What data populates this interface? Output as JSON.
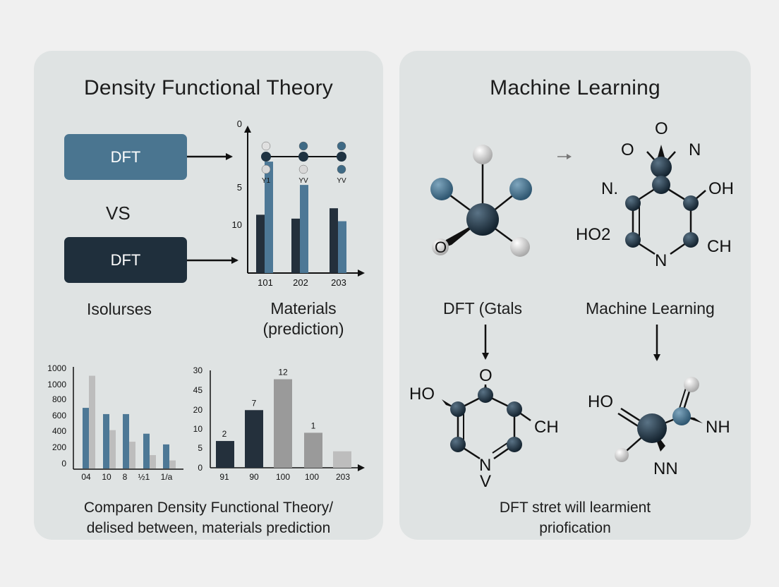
{
  "colors": {
    "background": "#f0f0f0",
    "panel": "#dfe3e3",
    "blue": "#4a7590",
    "navy": "#1f2f3c",
    "dark_bar": "#24303c",
    "blue_bar": "#4d7896",
    "gray_bar_light": "#bdbdbd",
    "gray_bar_mid": "#9a9a9a",
    "atom_dark": "#1f3342",
    "atom_blue": "#3f6a85",
    "atom_white": "#e6e6e6"
  },
  "left": {
    "title": "Density Functional Theory",
    "button_top": "DFT",
    "vs": "VS",
    "button_bottom": "DFT",
    "isolurses": "Isolurses",
    "materials_line1": "Materials",
    "materials_line2": "(prediction)",
    "caption_line1": "Comparen Density Functional Theory/",
    "caption_line2": "delised between, materials prediction"
  },
  "right": {
    "title": "Machine Learning",
    "dft_label": "DFT (Gtals",
    "ml_label": "Machine Learning",
    "caption_line1": "DFT stret will learmient",
    "caption_line2": "priofication",
    "mol_top_right": {
      "o": "O",
      "o2": "O",
      "n": "N",
      "n_left": "N.",
      "oh": "OH",
      "ho2": "HO2",
      "ch": "CH",
      "n_bottom": "N"
    },
    "mol_top_left": {
      "o": "O"
    },
    "mol_bottom_left": {
      "ho": "HO",
      "o": "O",
      "ch": "CH",
      "n": "N",
      "v": "V"
    },
    "mol_bottom_right": {
      "ho": "HO",
      "nh": "NH",
      "nn": "NN"
    }
  },
  "chart_data": [
    {
      "type": "bar",
      "y_ticks": [
        "0",
        "5",
        "10"
      ],
      "x_ticks": [
        "101",
        "202",
        "203"
      ],
      "atom_labels": [
        "Y1",
        "YV",
        "YV"
      ],
      "series": [
        {
          "values": [
            4.5,
            4.2,
            5.0
          ]
        },
        {
          "values": [
            8.6,
            6.8,
            4.0
          ]
        }
      ],
      "ylim": [
        0,
        11
      ]
    },
    {
      "type": "bar",
      "y_ticks": [
        "1000",
        "1000",
        "800",
        "600",
        "400",
        "200",
        "0"
      ],
      "x_ticks": [
        "04",
        "10",
        "8",
        "½1",
        "1/a"
      ],
      "series": [
        {
          "values": [
            680,
            610,
            610,
            390,
            270
          ]
        },
        {
          "values": [
            1040,
            430,
            300,
            150,
            90
          ]
        }
      ],
      "ylim": [
        0,
        1100
      ]
    },
    {
      "type": "bar",
      "y_ticks": [
        "30",
        "45",
        "20",
        "10",
        "5",
        "0"
      ],
      "x_ticks": [
        "91",
        "90",
        "100",
        "100",
        "203"
      ],
      "data_labels": [
        "2",
        "7",
        "12",
        "1",
        ""
      ],
      "values": [
        13,
        28,
        43,
        17,
        8
      ],
      "ylim": [
        0,
        49
      ]
    }
  ]
}
